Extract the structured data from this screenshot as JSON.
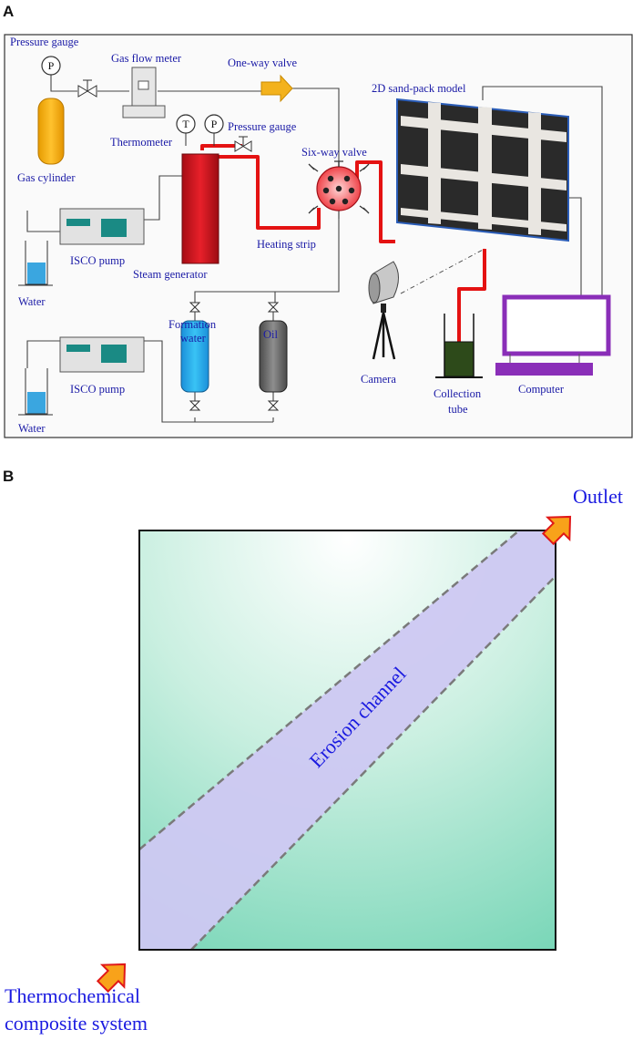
{
  "panel_a": {
    "letter": "A",
    "labels": {
      "pressure_gauge_top": "Pressure gauge",
      "gas_flow_meter": "Gas flow meter",
      "one_way_valve": "One-way valve",
      "sand_pack_model": "2D sand-pack model",
      "thermometer": "Thermometer",
      "pressure_gauge_mid": "Pressure gauge",
      "six_way_valve": "Six-way valve",
      "gas_cylinder": "Gas cylinder",
      "isco_pump_top": "ISCO pump",
      "heating_strip": "Heating strip",
      "steam_generator": "Steam generator",
      "water_top": "Water",
      "formation_water_1": "Formation",
      "formation_water_2": "water",
      "oil": "Oil",
      "camera": "Camera",
      "collection_tube_1": "Collection",
      "collection_tube_2": "tube",
      "computer": "Computer",
      "isco_pump_bottom": "ISCO pump",
      "water_bottom": "Water",
      "gauge_p": "P",
      "gauge_t": "T"
    }
  },
  "panel_b": {
    "letter": "B",
    "outlet": "Outlet",
    "channel": "Erosion channel",
    "inlet_1": "Thermochemical",
    "inlet_2": "composite system"
  }
}
